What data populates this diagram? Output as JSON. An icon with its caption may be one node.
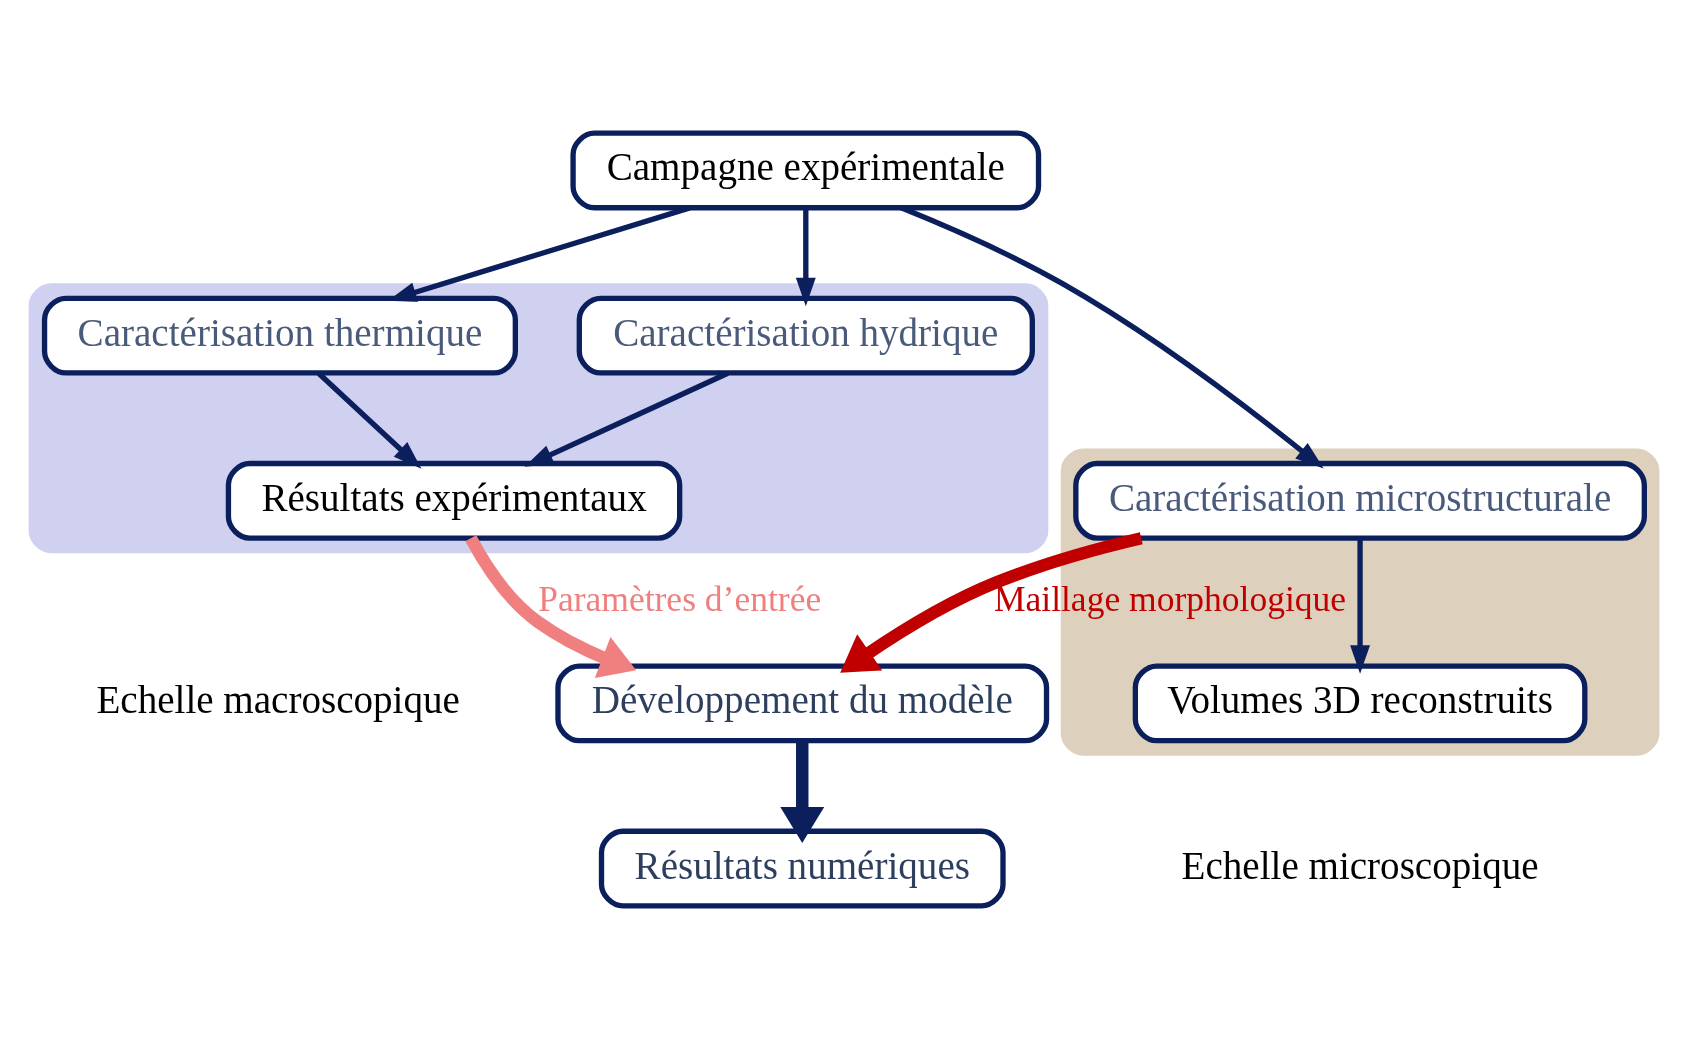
{
  "diagram": {
    "nodes": [
      {
        "text": [
          "Campagne expérimentale"
        ]
      },
      {
        "text": [
          "Développement du modèle"
        ]
      },
      {
        "text": [],
        "shape": "box"
      },
      {
        "text": [
          "Caractérisation thermique"
        ],
        "in": 2
      },
      {
        "text": [
          "Caractérisation hydrique"
        ],
        "in": 2
      },
      {
        "text": [],
        "shape": "box"
      },
      {
        "text": [
          "Caractérisation microstructurale"
        ],
        "in": 5
      },
      {
        "text": [
          "Résultats expérimentaux"
        ],
        "in": 2
      },
      {
        "text": [
          "Volumes 3D reconstruits"
        ],
        "in": 5
      },
      {
        "text": [
          "Résultats numériques"
        ]
      }
    ],
    "edges": [
      {
        "from": 0,
        "to": 3,
        "arrow": "to"
      },
      {
        "from": 0,
        "to": 4,
        "arrow": "to"
      },
      {
        "from": 0,
        "to": 6,
        "arrow": "to"
      },
      {
        "from": 3,
        "to": 7,
        "arrow": "to"
      },
      {
        "from": 4,
        "to": 7,
        "arrow": "to"
      },
      {
        "from": 6,
        "to": 8,
        "arrow": "to"
      },
      {
        "from": 7,
        "to": 1,
        "arrow": "to",
        "label": "Paramètres d’entrée",
        "style": "thick",
        "color": "#f08080"
      },
      {
        "from": 6,
        "to": 1,
        "arrow": "to",
        "label": "Maillage morphologique",
        "style": "thick",
        "color": "#c00000"
      },
      {
        "from": 1,
        "to": 9,
        "arrow": "to",
        "style": "thick"
      }
    ],
    "labels": [
      "Echelle macroscopique",
      "Echelle microscopique"
    ]
  }
}
